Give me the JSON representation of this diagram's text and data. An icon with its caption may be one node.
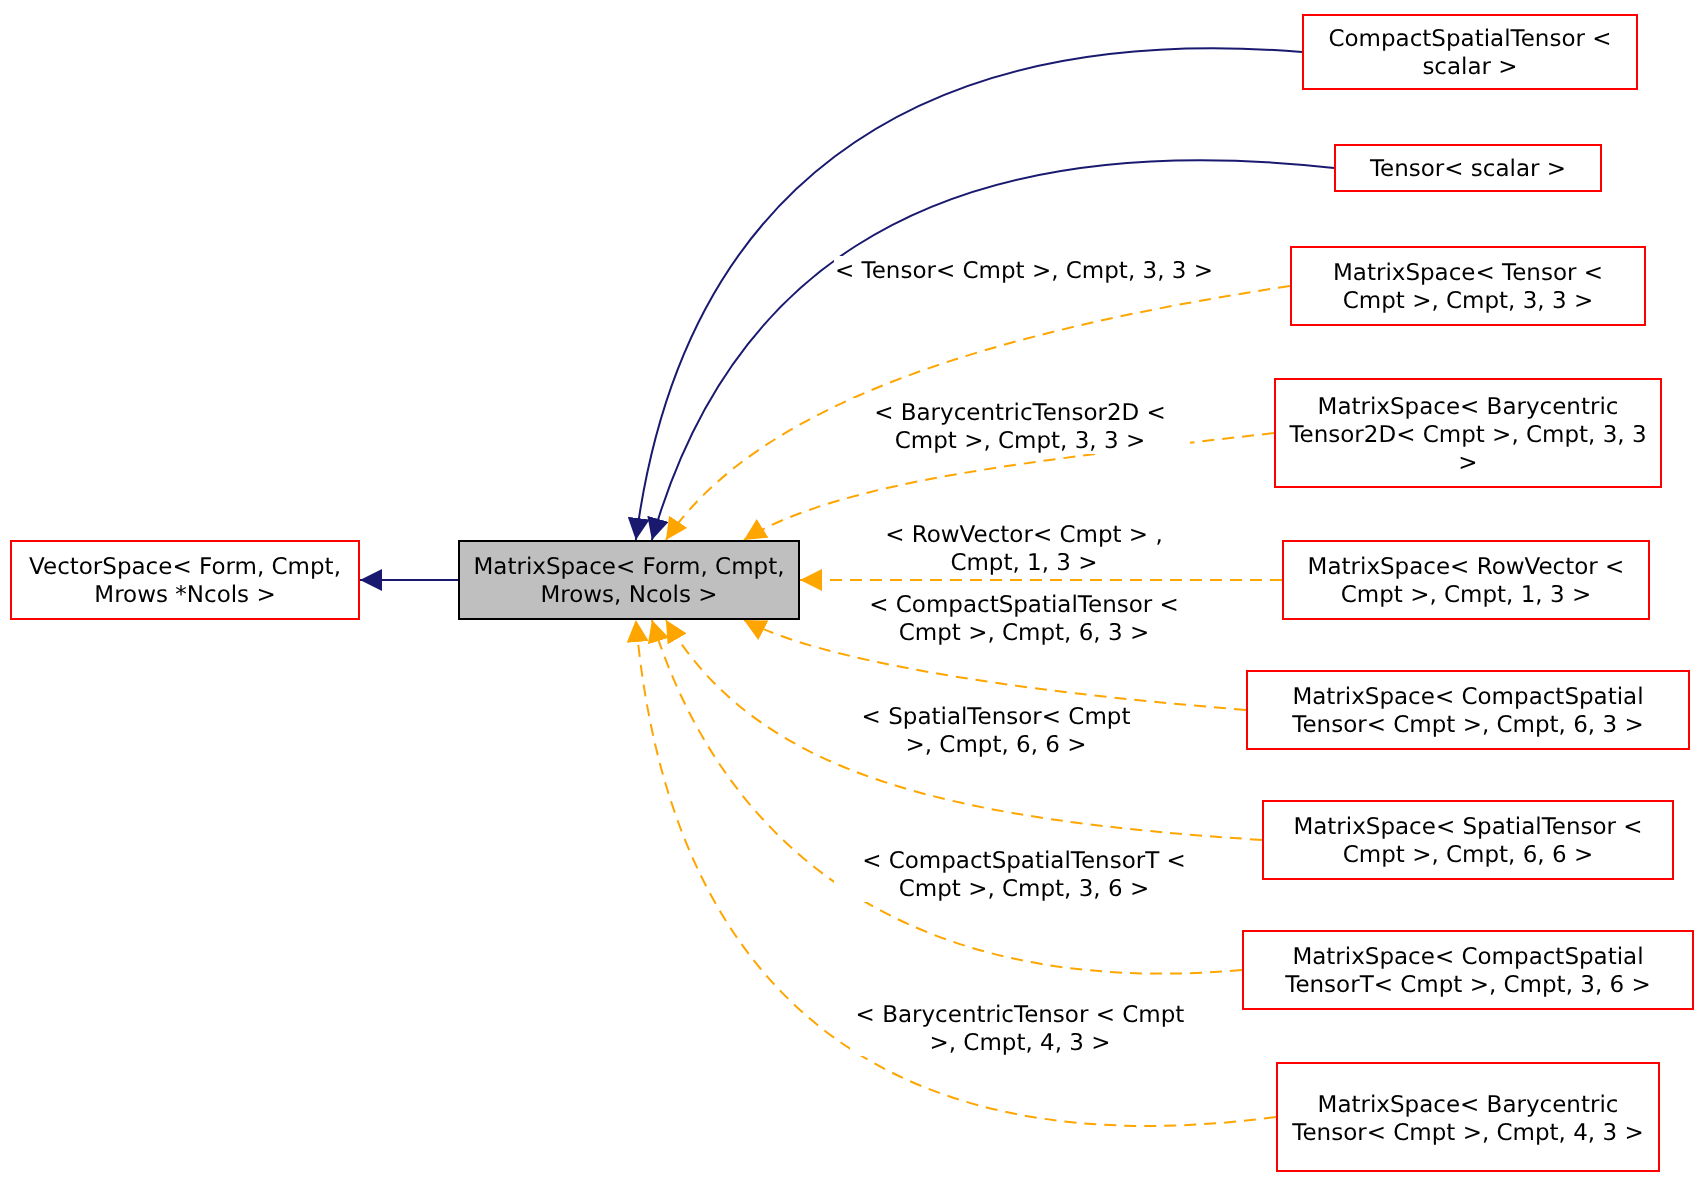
{
  "diagram": {
    "nodes": [
      {
        "text": [
          "VectorSpace< Form, Cmpt, Mrows *Ncols >"
        ]
      },
      {
        "text": [
          "MatrixSpace< Form, Cmpt, Mrows, Ncols >"
        ]
      },
      {
        "text": [
          "CompactSpatialTensor < scalar >"
        ]
      },
      {
        "text": [
          "Tensor< scalar >"
        ]
      },
      {
        "text": [
          "MatrixSpace< Tensor < Cmpt >, Cmpt, 3, 3 >"
        ]
      },
      {
        "text": [
          "MatrixSpace< Barycentric Tensor2D< Cmpt >, Cmpt, 3, 3 >"
        ]
      },
      {
        "text": [
          "MatrixSpace< RowVector < Cmpt >, Cmpt, 1, 3 >"
        ]
      },
      {
        "text": [
          "MatrixSpace< CompactSpatial Tensor< Cmpt >, Cmpt, 6, 3 >"
        ]
      },
      {
        "text": [
          "MatrixSpace< SpatialTensor < Cmpt >, Cmpt, 6, 6 >"
        ]
      },
      {
        "text": [
          "MatrixSpace< CompactSpatial TensorT< Cmpt >, Cmpt, 3, 6 >"
        ]
      },
      {
        "text": [
          "MatrixSpace< Barycentric Tensor< Cmpt >, Cmpt, 4, 3 >"
        ]
      }
    ],
    "edges": [
      {
        "from": 1,
        "to": 0,
        "arrow": "to",
        "color": "#191970"
      },
      {
        "from": 2,
        "to": 1,
        "arrow": "to",
        "color": "#191970"
      },
      {
        "from": 3,
        "to": 1,
        "arrow": "to",
        "color": "#191970"
      },
      {
        "from": 4,
        "to": 1,
        "arrow": "to",
        "style": "dashed",
        "label": "< Tensor< Cmpt >, Cmpt, 3, 3 >"
      },
      {
        "from": 5,
        "to": 1,
        "arrow": "to",
        "style": "dashed",
        "label": "< BarycentricTensor2D < Cmpt >, Cmpt, 3, 3 >"
      },
      {
        "from": 6,
        "to": 1,
        "arrow": "to",
        "style": "dashed",
        "label": "< RowVector< Cmpt > , Cmpt, 1, 3 >"
      },
      {
        "from": 7,
        "to": 1,
        "arrow": "to",
        "style": "dashed",
        "label": "< CompactSpatialTensor < Cmpt >, Cmpt, 6, 3 >"
      },
      {
        "from": 8,
        "to": 1,
        "arrow": "to",
        "style": "dashed",
        "label": "< SpatialTensor< Cmpt >, Cmpt, 6, 6 >"
      },
      {
        "from": 9,
        "to": 1,
        "arrow": "to",
        "style": "dashed",
        "label": "< CompactSpatialTensorT < Cmpt >, Cmpt, 3, 6 >"
      },
      {
        "from": 10,
        "to": 1,
        "arrow": "to",
        "style": "dashed",
        "label": "< BarycentricTensor < Cmpt >, Cmpt, 4, 3 >"
      }
    ]
  }
}
